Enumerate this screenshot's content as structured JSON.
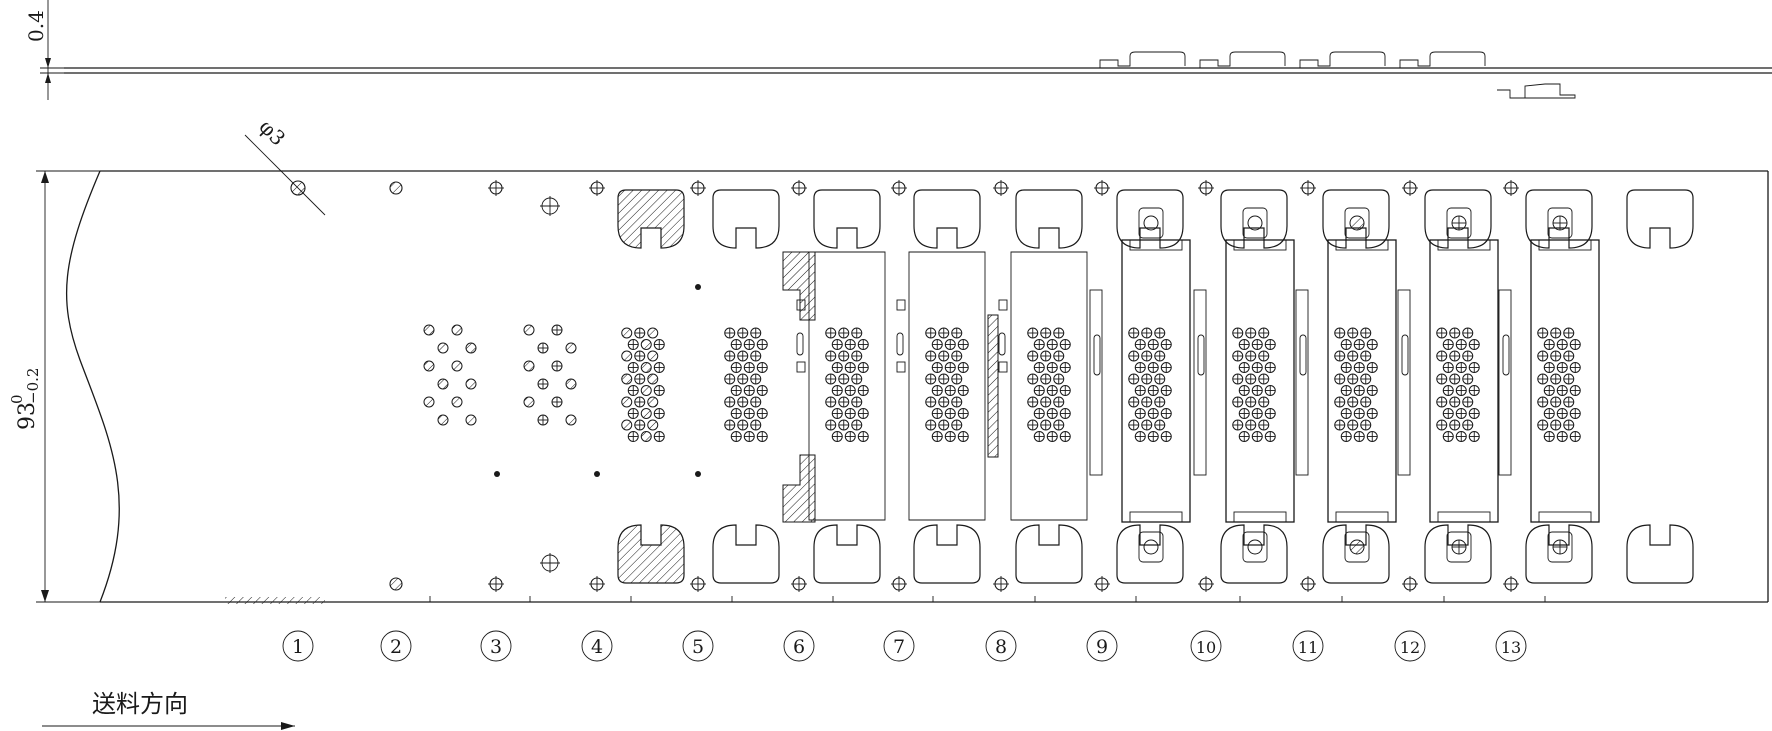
{
  "drawing": {
    "thickness_label": "0.4",
    "width_dim_base": "93",
    "width_dim_upper": "0",
    "width_dim_lower": "−0.2",
    "hole_dim": "φ3",
    "feed_direction": "送料方向",
    "stations": [
      "1",
      "2",
      "3",
      "4",
      "5",
      "6",
      "7",
      "8",
      "9",
      "10",
      "11",
      "12",
      "13"
    ]
  }
}
